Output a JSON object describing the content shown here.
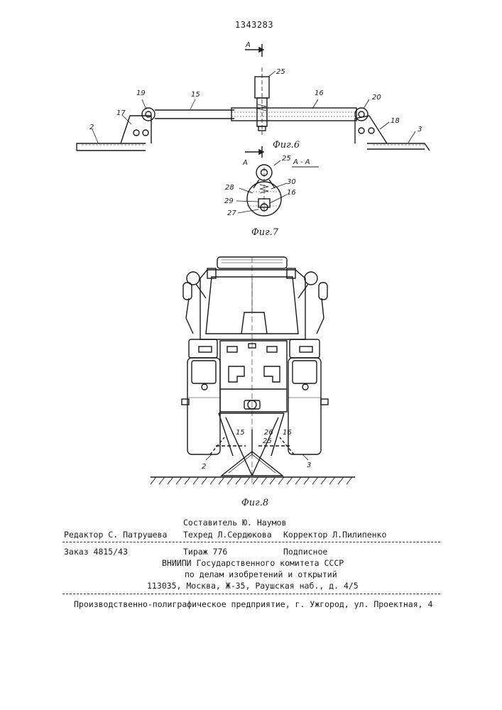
{
  "patent_number": "1343283",
  "figures": {
    "fig6": {
      "caption": "Фиг.6",
      "section_mark": "A",
      "labels": {
        "n25": "25",
        "n19": "19",
        "n15": "15",
        "n16": "16",
        "n20": "20",
        "n17": "17",
        "n18": "18",
        "n2": "2",
        "n3": "3"
      }
    },
    "fig7": {
      "caption": "Фиг.7",
      "section_mark": "A",
      "section_title": "A - A",
      "labels": {
        "n25": "25",
        "n28": "28",
        "n30": "30",
        "n29": "29",
        "n16": "16",
        "n27": "27"
      }
    },
    "fig8": {
      "caption": "Фиг.8",
      "labels": {
        "n15": "15",
        "n26": "26",
        "n16": "16",
        "n25": "25",
        "n2": "2",
        "n3": "3"
      }
    }
  },
  "imprint": {
    "compiler": "Составитель Ю. Наумов",
    "editor": "Редактор С. Патрушева",
    "techred": "Техред Л.Сердюкова",
    "corrector": "Корректор Л.Пилипенко",
    "order": "Заказ 4815/43",
    "circulation": "Тираж 776",
    "subscription": "Подписное",
    "org_line1": "ВНИИПИ Государственного комитета СССР",
    "org_line2": "по делам изобретений и открытий",
    "address": "113035, Москва, Ж-35, Раушская наб., д. 4/5",
    "printer": "Производственно-полиграфическое предприятие, г. Ужгород, ул. Проектная, 4"
  }
}
